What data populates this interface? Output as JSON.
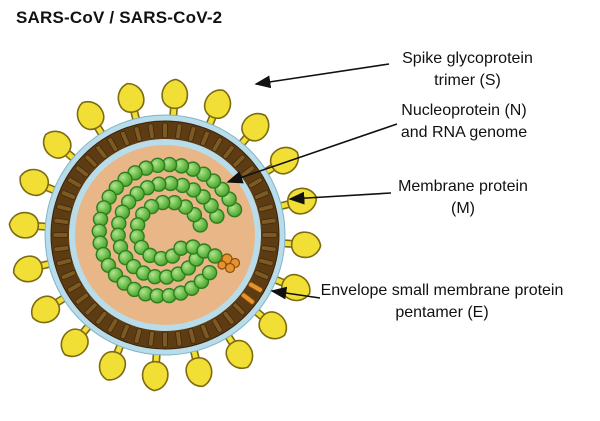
{
  "title": "SARS-CoV / SARS-CoV-2",
  "labels": {
    "spike": {
      "line1": "Spike glycoprotein",
      "line2": "trimer (S)"
    },
    "nucleoprotein": {
      "line1": "Nucleoprotein (N)",
      "line2": "and RNA genome"
    },
    "membrane": {
      "line1": "Membrane protein",
      "line2": "(M)"
    },
    "envelope": {
      "line1": "Envelope small membrane protein",
      "line2": "pentamer (E)"
    }
  },
  "colors": {
    "background": "#ffffff",
    "text": "#111111",
    "arrow": "#111111",
    "spike": "#f2df36",
    "spike_outline": "#7d6b12",
    "membrane": "#5d3c14",
    "membrane_outline": "#38220a",
    "membrane_stud": "#7d5a23",
    "membrane_stud_outline": "#3f290c",
    "envelope_ring": "#b9dcea",
    "envelope_ring_outline": "#7fb5c9",
    "interior": "#e9b688",
    "nucleoprotein": "#6abf49",
    "nucleoprotein_outline": "#2e7d1f",
    "e_protein": "#e6922f",
    "e_protein_outline": "#8a4f10"
  }
}
